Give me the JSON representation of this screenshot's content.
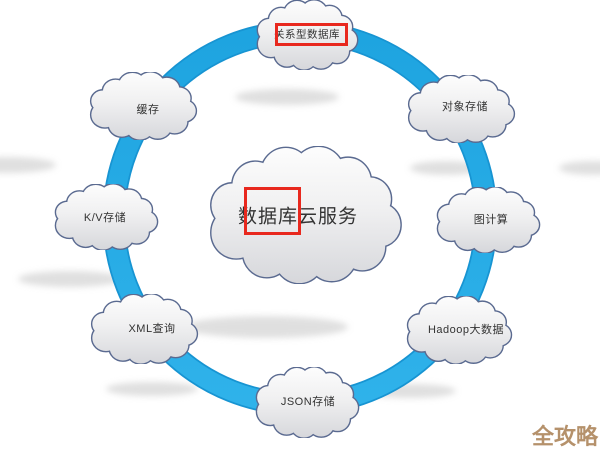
{
  "diagram": {
    "title_center": {
      "label": "数据库云服务",
      "highlighted_part": "数据库"
    },
    "nodes": [
      {
        "id": "relational-database",
        "label": "关系型数据库",
        "position": "top",
        "highlighted": true
      },
      {
        "id": "object-storage",
        "label": "对象存储",
        "position": "top-right",
        "highlighted": false
      },
      {
        "id": "graph-computing",
        "label": "图计算",
        "position": "right",
        "highlighted": false
      },
      {
        "id": "hadoop-bigdata",
        "label": "Hadoop大数据",
        "position": "bottom-right",
        "highlighted": false
      },
      {
        "id": "json-storage",
        "label": "JSON存储",
        "position": "bottom",
        "highlighted": false
      },
      {
        "id": "xml-query",
        "label": "XML查询",
        "position": "bottom-left",
        "highlighted": false
      },
      {
        "id": "kv-storage",
        "label": "K/V存储",
        "position": "left",
        "highlighted": false
      },
      {
        "id": "cache",
        "label": "缓存",
        "position": "top-left",
        "highlighted": false
      }
    ],
    "colors": {
      "ring_blue": "#29a9e2",
      "cloud_stroke": "#5a6a90",
      "highlight_box_red": "#e8281e",
      "watermark_gold": "#b5916b"
    }
  },
  "watermark": {
    "text": "全攻略"
  }
}
